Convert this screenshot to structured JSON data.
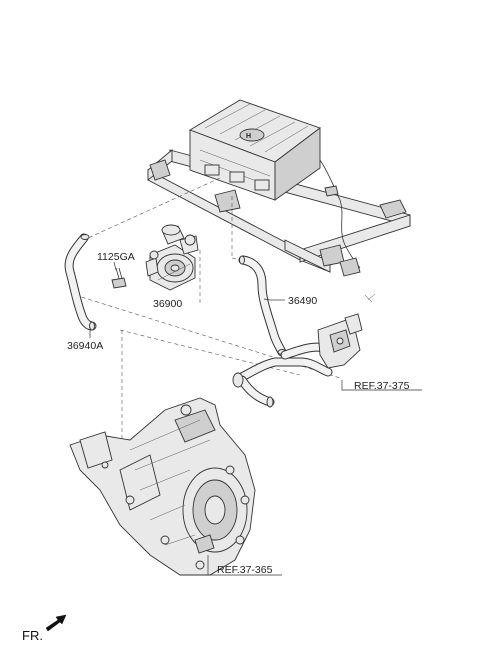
{
  "labels": {
    "bolt": "1125GA",
    "pump": "36900",
    "hose_right": "36490",
    "hose_left": "36940A",
    "ref_top": "REF.37-375",
    "ref_bottom": "REF.37-365",
    "front": "FR."
  },
  "icons": {
    "front": "front-direction-arrow-icon"
  }
}
